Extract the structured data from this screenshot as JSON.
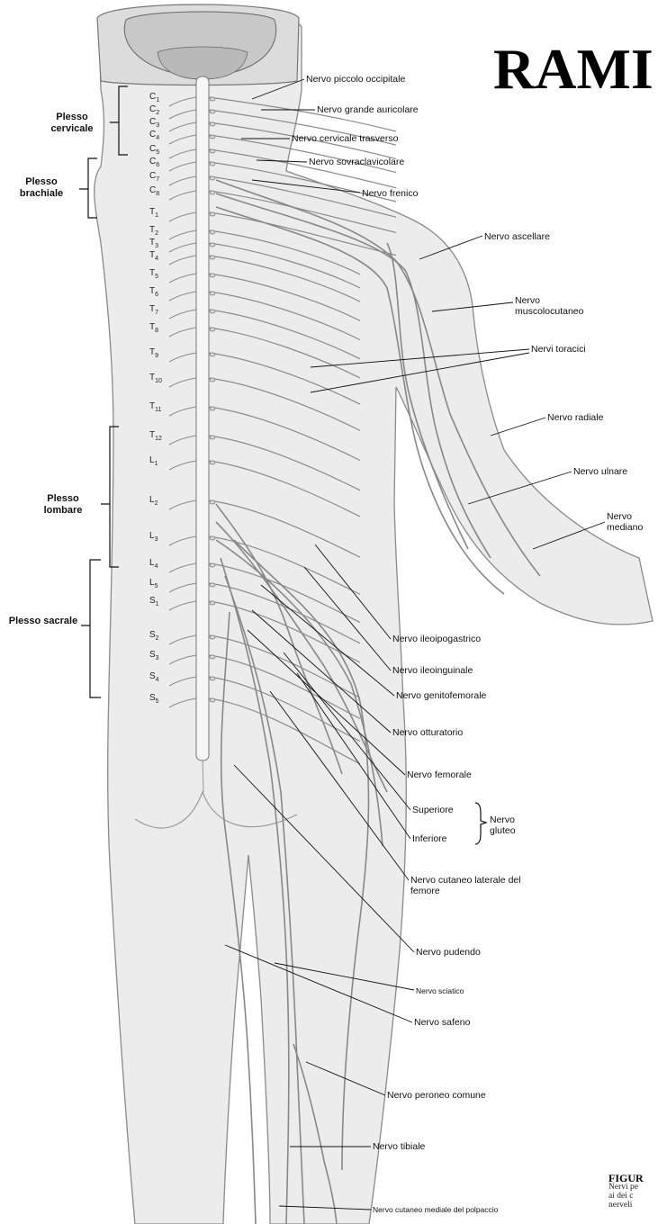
{
  "heading": "RAMI",
  "figure": {
    "title": "FIGUR",
    "caption_lines": [
      "Nervi pe",
      "ai dei c",
      "nerveli"
    ]
  },
  "plexuses": [
    {
      "name": "Plesso cervicale"
    },
    {
      "name": "Plesso brachiale"
    },
    {
      "name": "Plesso lombare"
    },
    {
      "name": "Plesso sacrale"
    }
  ],
  "segments": [
    "C1",
    "C2",
    "C3",
    "C4",
    "C5",
    "C6",
    "C7",
    "C8",
    "T1",
    "T2",
    "T3",
    "T4",
    "T5",
    "T6",
    "T7",
    "T8",
    "T9",
    "T10",
    "T11",
    "T12",
    "L1",
    "L2",
    "L3",
    "L4",
    "L5",
    "S1",
    "S2",
    "S3",
    "S4",
    "S5"
  ],
  "nerves": {
    "piccolo_occipitale": "Nervo piccolo occipitale",
    "grande_auricolare": "Nervo grande auricolare",
    "cervicale_trasverso": "Nervo cervicale trasverso",
    "sovraclavicolare": "Nervo sovraclavicolare",
    "frenico": "Nervo frenico",
    "ascellare": "Nervo ascellare",
    "muscolocutaneo": "Nervo muscolocutaneo",
    "toracici": "Nervi toracici",
    "radiale": "Nervo radiale",
    "ulnare": "Nervo ulnare",
    "mediano": "Nervo mediano",
    "ileoipogastrico": "Nervo ileoipogastrico",
    "ileoinguinale": "Nervo ileoinguinale",
    "genitofemorale": "Nervo genitofemorale",
    "otturatorio": "Nervo otturatorio",
    "femorale": "Nervo femorale",
    "gluteo_superiore": "Superiore",
    "gluteo_inferiore": "Inferiore",
    "gluteo": "Nervo gluteo",
    "cutaneo_laterale_femore": "Nervo cutaneo laterale del femore",
    "pudendo": "Nervo pudendo",
    "sciatico": "Nervo sciatico",
    "safeno": "Nervo safeno",
    "peroneo_comune": "Nervo peroneo comune",
    "tibiale": "Nervo tibiale",
    "cutaneo_mediale_polpaccio": "Nervo cutaneo mediale del polpaccio"
  }
}
